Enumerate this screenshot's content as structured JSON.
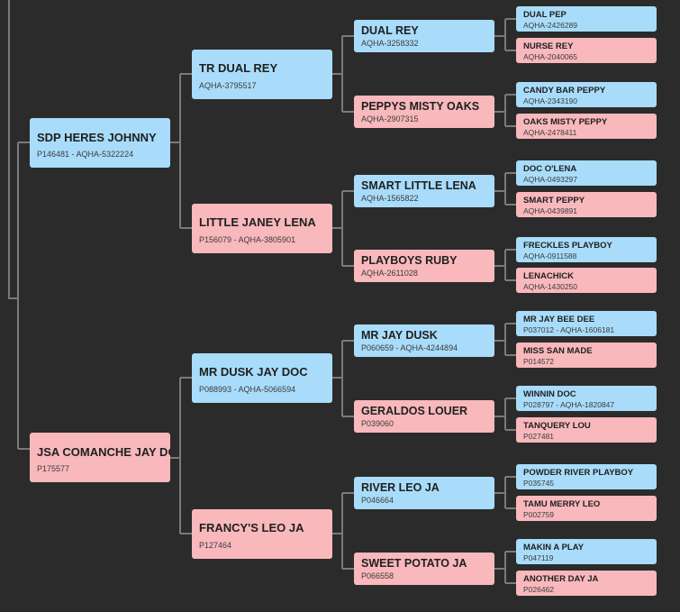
{
  "pedigree": {
    "sire": {
      "name": "SDP HERES JOHNNY",
      "info": "P146481 - AQHA-5322224",
      "sire": {
        "name": "TR DUAL REY",
        "info": "AQHA-3795517",
        "sire": {
          "name": "DUAL REY",
          "info": "AQHA-3258332",
          "sire": {
            "name": "DUAL PEP",
            "info": "AQHA-2426289"
          },
          "dam": {
            "name": "NURSE REY",
            "info": "AQHA-2040065"
          }
        },
        "dam": {
          "name": "PEPPYS MISTY OAKS",
          "info": "AQHA-2907315",
          "sire": {
            "name": "CANDY BAR PEPPY",
            "info": "AQHA-2343190"
          },
          "dam": {
            "name": "OAKS MISTY PEPPY",
            "info": "AQHA-2478411"
          }
        }
      },
      "dam": {
        "name": "LITTLE JANEY LENA",
        "info": "P156079 - AQHA-3805901",
        "sire": {
          "name": "SMART LITTLE LENA",
          "info": "AQHA-1565822",
          "sire": {
            "name": "DOC O'LENA",
            "info": "AQHA-0493297"
          },
          "dam": {
            "name": "SMART PEPPY",
            "info": "AQHA-0439891"
          }
        },
        "dam": {
          "name": "PLAYBOYS RUBY",
          "info": "AQHA-2611028",
          "sire": {
            "name": "FRECKLES PLAYBOY",
            "info": "AQHA-0911588"
          },
          "dam": {
            "name": "LENACHICK",
            "info": "AQHA-1430250"
          }
        }
      }
    },
    "dam": {
      "name": "JSA COMANCHE JAY DOC",
      "info": "P175577",
      "sire": {
        "name": "MR DUSK JAY DOC",
        "info": "P088993 - AQHA-5066594",
        "sire": {
          "name": "MR JAY DUSK",
          "info": "P060659 - AQHA-4244894",
          "sire": {
            "name": "MR JAY BEE DEE",
            "info": "P037012 - AQHA-1606181"
          },
          "dam": {
            "name": "MISS SAN MADE",
            "info": "P014572"
          }
        },
        "dam": {
          "name": "GERALDOS LOUER",
          "info": "P039060",
          "sire": {
            "name": "WINNIN DOC",
            "info": "P028797 - AQHA-1820847"
          },
          "dam": {
            "name": "TANQUERY LOU",
            "info": "P027481"
          }
        }
      },
      "dam": {
        "name": "FRANCY'S LEO JA",
        "info": "P127464",
        "sire": {
          "name": "RIVER LEO JA",
          "info": "P046664",
          "sire": {
            "name": "POWDER RIVER PLAYBOY",
            "info": "P035745"
          },
          "dam": {
            "name": "TAMU MERRY LEO",
            "info": "P002759"
          }
        },
        "dam": {
          "name": "SWEET POTATO JA",
          "info": "P066558",
          "sire": {
            "name": "MAKIN A PLAY",
            "info": "P047119"
          },
          "dam": {
            "name": "ANOTHER DAY JA",
            "info": "P026462"
          }
        }
      }
    }
  },
  "colors": {
    "background": "#2b2b2b",
    "connector": "#7a7a7a",
    "sire_fill": "#a8dcfa",
    "dam_fill": "#f8b8bc"
  }
}
